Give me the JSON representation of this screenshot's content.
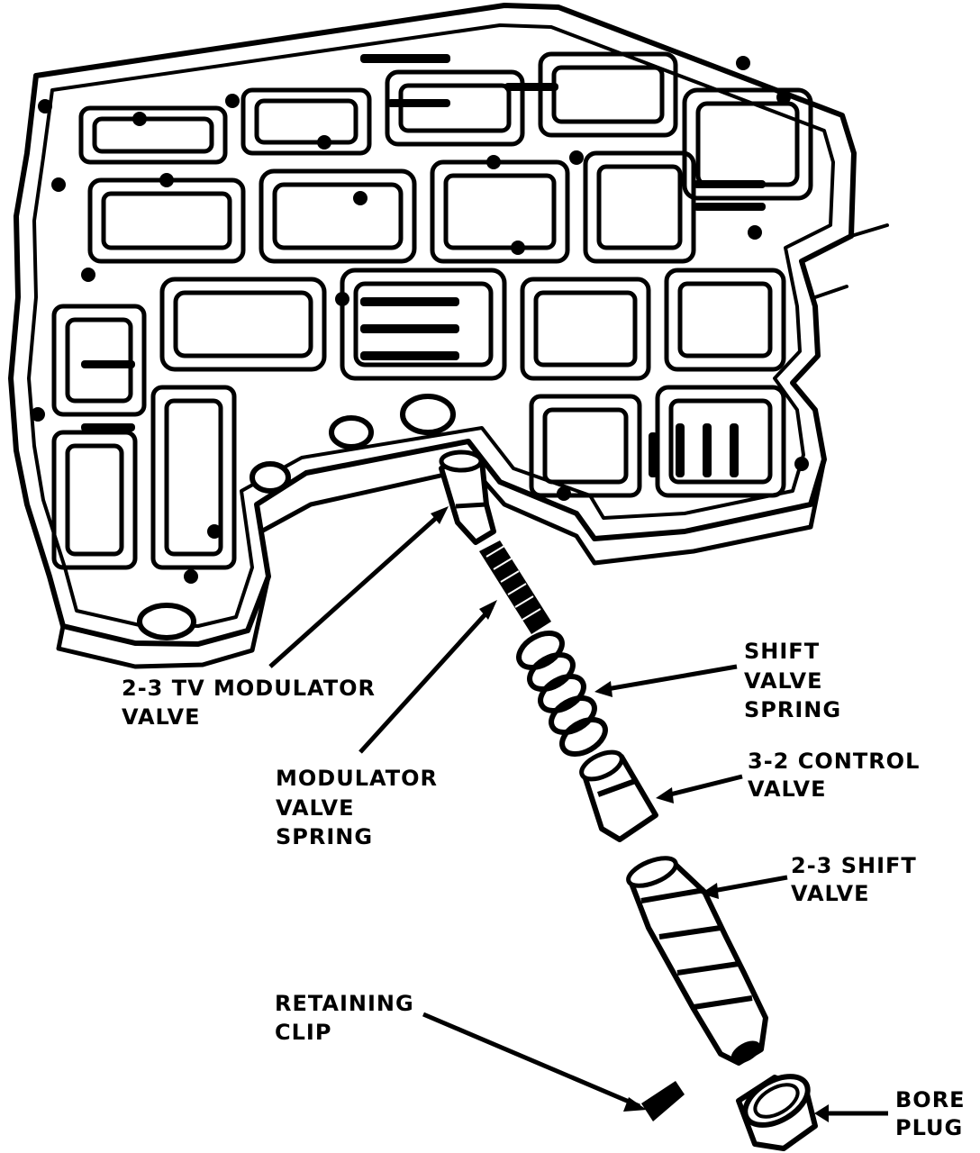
{
  "labels": {
    "tv_modulator_valve": [
      "2-3 TV MODULATOR",
      "VALVE"
    ],
    "modulator_valve_spring": [
      "MODULATOR",
      "VALVE",
      "SPRING"
    ],
    "shift_valve_spring": [
      "SHIFT",
      "VALVE",
      "SPRING"
    ],
    "control_valve_32": [
      "3-2 CONTROL",
      "VALVE"
    ],
    "shift_valve_23": [
      "2-3 SHIFT",
      "VALVE"
    ],
    "retaining_clip": [
      "RETAINING",
      "CLIP"
    ],
    "bore_plug": [
      "BORE",
      "PLUG"
    ]
  },
  "colors": {
    "ink": "#000000",
    "paper": "#ffffff"
  }
}
